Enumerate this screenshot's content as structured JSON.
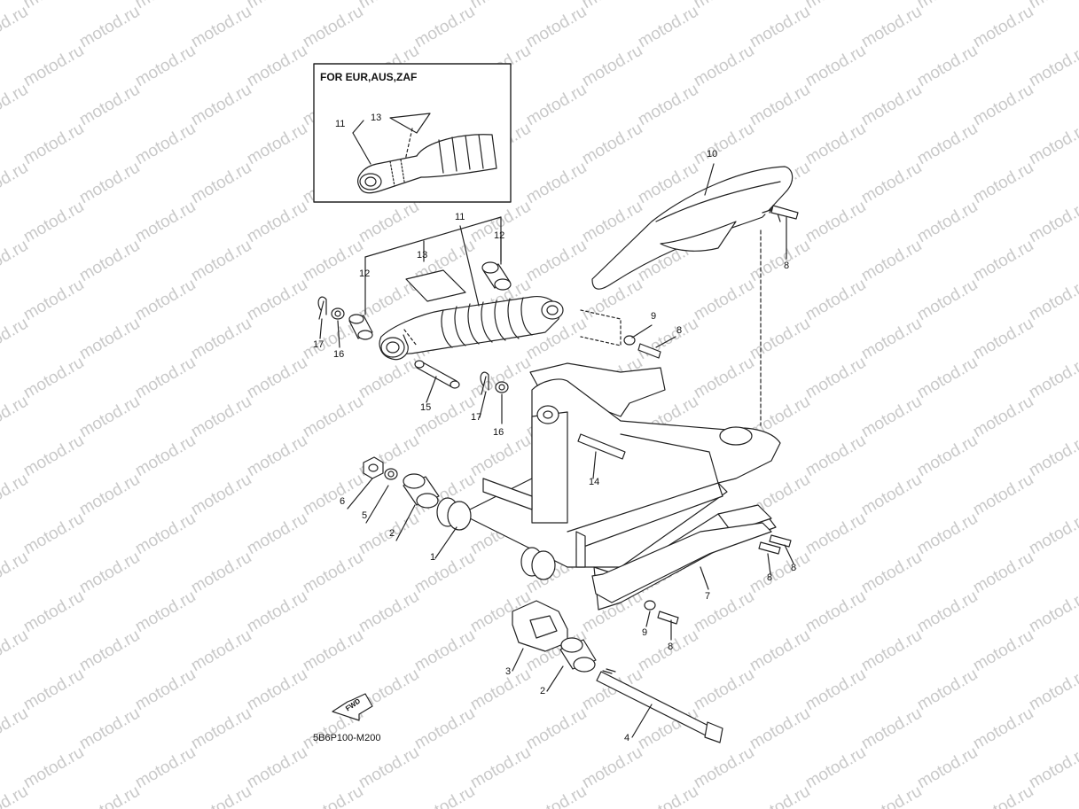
{
  "watermark": "motod.ru",
  "inset": {
    "title": "FOR EUR,AUS,ZAF"
  },
  "diagram_code": "5B6P100-M200",
  "fwd_label": "FWD",
  "callouts": [
    {
      "id": "c-11-inset",
      "text": "11"
    },
    {
      "id": "c-13-inset",
      "text": "13"
    },
    {
      "id": "c-10",
      "text": "10"
    },
    {
      "id": "c-8-top",
      "text": "8"
    },
    {
      "id": "c-11",
      "text": "11"
    },
    {
      "id": "c-12-right",
      "text": "12"
    },
    {
      "id": "c-13",
      "text": "13"
    },
    {
      "id": "c-12-left",
      "text": "12"
    },
    {
      "id": "c-17-left",
      "text": "17"
    },
    {
      "id": "c-16-left",
      "text": "16"
    },
    {
      "id": "c-9-top",
      "text": "9"
    },
    {
      "id": "c-8-mid",
      "text": "8"
    },
    {
      "id": "c-15",
      "text": "15"
    },
    {
      "id": "c-17-right",
      "text": "17"
    },
    {
      "id": "c-16-right",
      "text": "16"
    },
    {
      "id": "c-14",
      "text": "14"
    },
    {
      "id": "c-6",
      "text": "6"
    },
    {
      "id": "c-5",
      "text": "5"
    },
    {
      "id": "c-2-top",
      "text": "2"
    },
    {
      "id": "c-1",
      "text": "1"
    },
    {
      "id": "c-8-right-a",
      "text": "8"
    },
    {
      "id": "c-8-right-b",
      "text": "8"
    },
    {
      "id": "c-7",
      "text": "7"
    },
    {
      "id": "c-9-bottom",
      "text": "9"
    },
    {
      "id": "c-8-bottom",
      "text": "8"
    },
    {
      "id": "c-3",
      "text": "3"
    },
    {
      "id": "c-2-bottom",
      "text": "2"
    },
    {
      "id": "c-4",
      "text": "4"
    }
  ]
}
